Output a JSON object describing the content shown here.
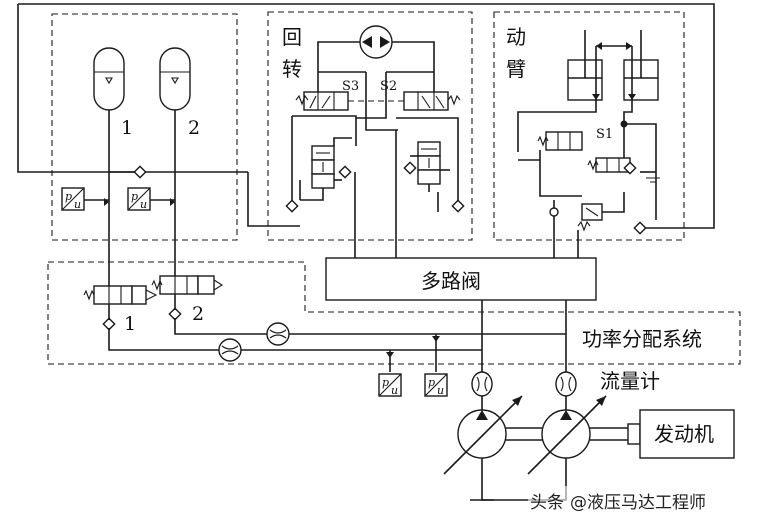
{
  "labels": {
    "rotation_1": "回",
    "rotation_2": "转",
    "arm_1": "动",
    "arm_2": "臂",
    "valve_s3": "S3",
    "valve_s2": "S2",
    "valve_s1": "S1",
    "accumulator_1": "1",
    "accumulator_2": "2",
    "pump_valve_1": "1",
    "pump_valve_2": "2",
    "multiway_valve": "多路阀",
    "power_system": "功率分配系统",
    "flowmeter": "流量计",
    "engine": "发动机",
    "pu_p": "p",
    "pu_u": "u"
  },
  "watermark": {
    "prefix": "头条",
    "handle": "@液压马达工程师"
  }
}
